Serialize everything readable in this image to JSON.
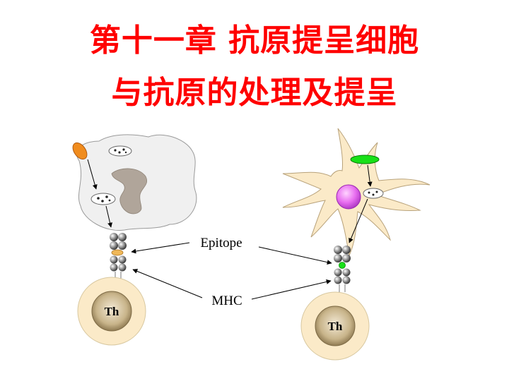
{
  "title": {
    "line1": "第十一章 抗原提呈细胞",
    "line2": "与抗原的处理及提呈"
  },
  "diagram": {
    "label_epitope": "Epitope",
    "label_mhc": "MHC",
    "th_left": "Th",
    "th_right": "Th"
  },
  "colors": {
    "title": "#ff0000",
    "th_cell_fill": "#fbeac8",
    "th_nucleus": "#a9946a",
    "dendritic_cell": "#fbeac8",
    "dendritic_nucleus": "#e86ef0",
    "macrophage": "#f0f0f0",
    "macrophage_nucleus": "#b0a59a",
    "antigen_orange": "#f08c1e",
    "antigen_green": "#18e018"
  }
}
